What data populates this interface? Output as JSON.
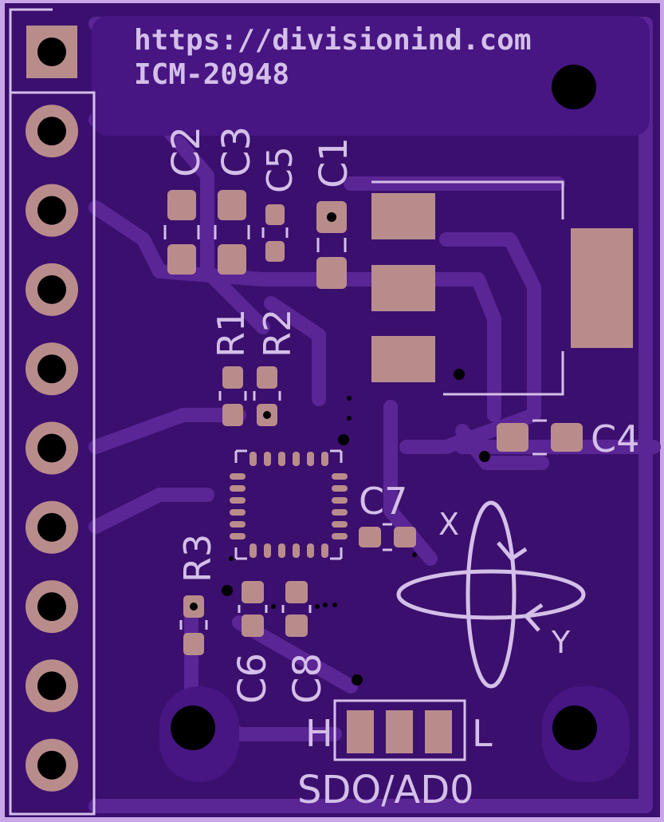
{
  "board": {
    "url": "https://divisionind.com",
    "part": "ICM-20948",
    "colors": {
      "soldermask": "#3b0f6e",
      "copper_under_mask": "#5a2594",
      "pad": "#b98c8c",
      "silkscreen": "#d4bfe8",
      "drill": "#000000"
    }
  },
  "components": {
    "C1": "C1",
    "C2": "C2",
    "C3": "C3",
    "C4": "C4",
    "C5": "C5",
    "C6": "C6",
    "C7": "C7",
    "C8": "C8",
    "R1": "R1",
    "R2": "R2",
    "R3": "R3"
  },
  "axes": {
    "x": "X",
    "y": "Y"
  },
  "jumper": {
    "high": "H",
    "low": "L",
    "label": "SDO/AD0"
  },
  "header": {
    "pin_count": 10
  }
}
